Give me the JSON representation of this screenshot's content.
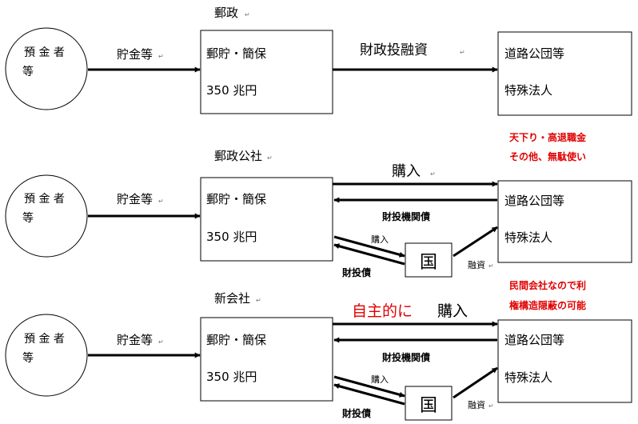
{
  "rows": [
    {
      "org_label": "郵政",
      "depositor": {
        "line1": "預 金 者",
        "line2": "等"
      },
      "to_postal_label": "貯金等",
      "postal_box": {
        "line1": "郵貯・簡保",
        "line2": "350 兆円"
      },
      "flow_label": "財政投融資",
      "dest_box": {
        "line1": "道路公団等",
        "line2": "特殊法人"
      }
    },
    {
      "org_label": "郵政公社",
      "depositor": {
        "line1": "預 金 者",
        "line2": "等"
      },
      "to_postal_label": "貯金等",
      "postal_box": {
        "line1": "郵貯・簡保",
        "line2": "350 兆円"
      },
      "purchase_label": "購入",
      "bond_label": "財投機関債",
      "small_purchase_label": "購入",
      "zaitosai_label": "財投債",
      "state_label": "国",
      "loan_label": "融資",
      "dest_box": {
        "line1": "道路公団等",
        "line2": "特殊法人"
      },
      "note": {
        "line1": "天下り・高退職金",
        "line2": "その他、無駄使い"
      }
    },
    {
      "org_label": "新会社",
      "depositor": {
        "line1": "預 金 者",
        "line2": "等"
      },
      "to_postal_label": "貯金等",
      "postal_box": {
        "line1": "郵貯・簡保",
        "line2": "350 兆円"
      },
      "purchase_label_red": "自主的に",
      "purchase_label": "購入",
      "bond_label": "財投機関債",
      "small_purchase_label": "購入",
      "zaitosai_label": "財投債",
      "state_label": "国",
      "loan_label": "融資",
      "dest_box": {
        "line1": "道路公団等",
        "line2": "特殊法人"
      },
      "note": {
        "line1": "民間会社なので利",
        "line2": "権構造隠蔽の可能"
      }
    }
  ],
  "colors": {
    "line": "#000000",
    "accent": "#e00000",
    "mark": "#777777"
  },
  "mark_glyph": "↵"
}
